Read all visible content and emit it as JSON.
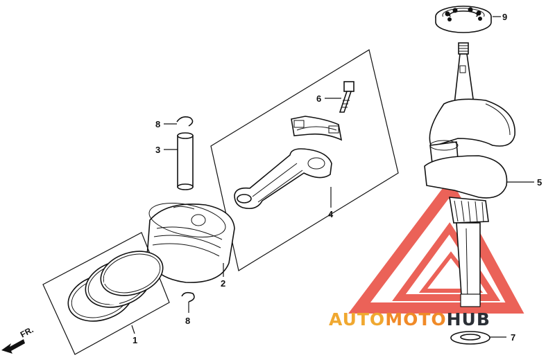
{
  "diagram": {
    "callouts": [
      {
        "id": "1",
        "label": "1"
      },
      {
        "id": "2",
        "label": "2"
      },
      {
        "id": "3",
        "label": "3"
      },
      {
        "id": "4",
        "label": "4"
      },
      {
        "id": "5",
        "label": "5"
      },
      {
        "id": "6",
        "label": "6"
      },
      {
        "id": "7",
        "label": "7"
      },
      {
        "id": "8a",
        "label": "8"
      },
      {
        "id": "8b",
        "label": "8"
      },
      {
        "id": "9",
        "label": "9"
      }
    ],
    "direction_label": "FR.",
    "watermark": {
      "part1": "AUTO",
      "part2": "MOTO",
      "part3": "HUB",
      "color_primary": "#f0a830",
      "color_secondary": "#f08a28",
      "color_dark": "#2b2f36",
      "logo_color": "#e8473c"
    }
  }
}
